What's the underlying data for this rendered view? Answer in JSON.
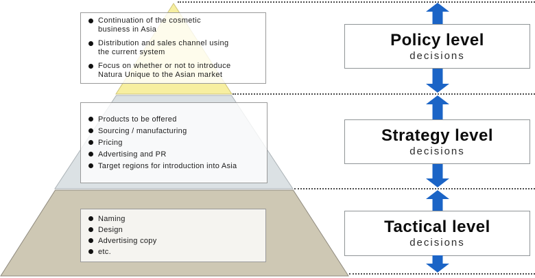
{
  "accent_color": "#1B64C6",
  "pyramid": {
    "sections": [
      {
        "name": "policy",
        "band_color": "#F7EFA0",
        "bullets": [
          "Continuation of the cosmetic business in Asia",
          "Distribution and sales channel using the current system",
          "Focus on whether or not to introduce Natura Unique to the Asian market"
        ]
      },
      {
        "name": "strategy",
        "band_color": "#DBE1E4",
        "bullets": [
          "Products to be offered",
          "Sourcing / manufacturing",
          "Pricing",
          "Advertising and PR",
          "Target regions for introduction into Asia"
        ]
      },
      {
        "name": "tactical",
        "band_color": "#CEC8B4",
        "bullets": [
          "Naming",
          "Design",
          "Advertising copy",
          "etc."
        ]
      }
    ]
  },
  "levels": [
    {
      "title": "Policy level",
      "subtitle": "decisions"
    },
    {
      "title": "Strategy level",
      "subtitle": "decisions"
    },
    {
      "title": "Tactical level",
      "subtitle": "decisions"
    }
  ]
}
